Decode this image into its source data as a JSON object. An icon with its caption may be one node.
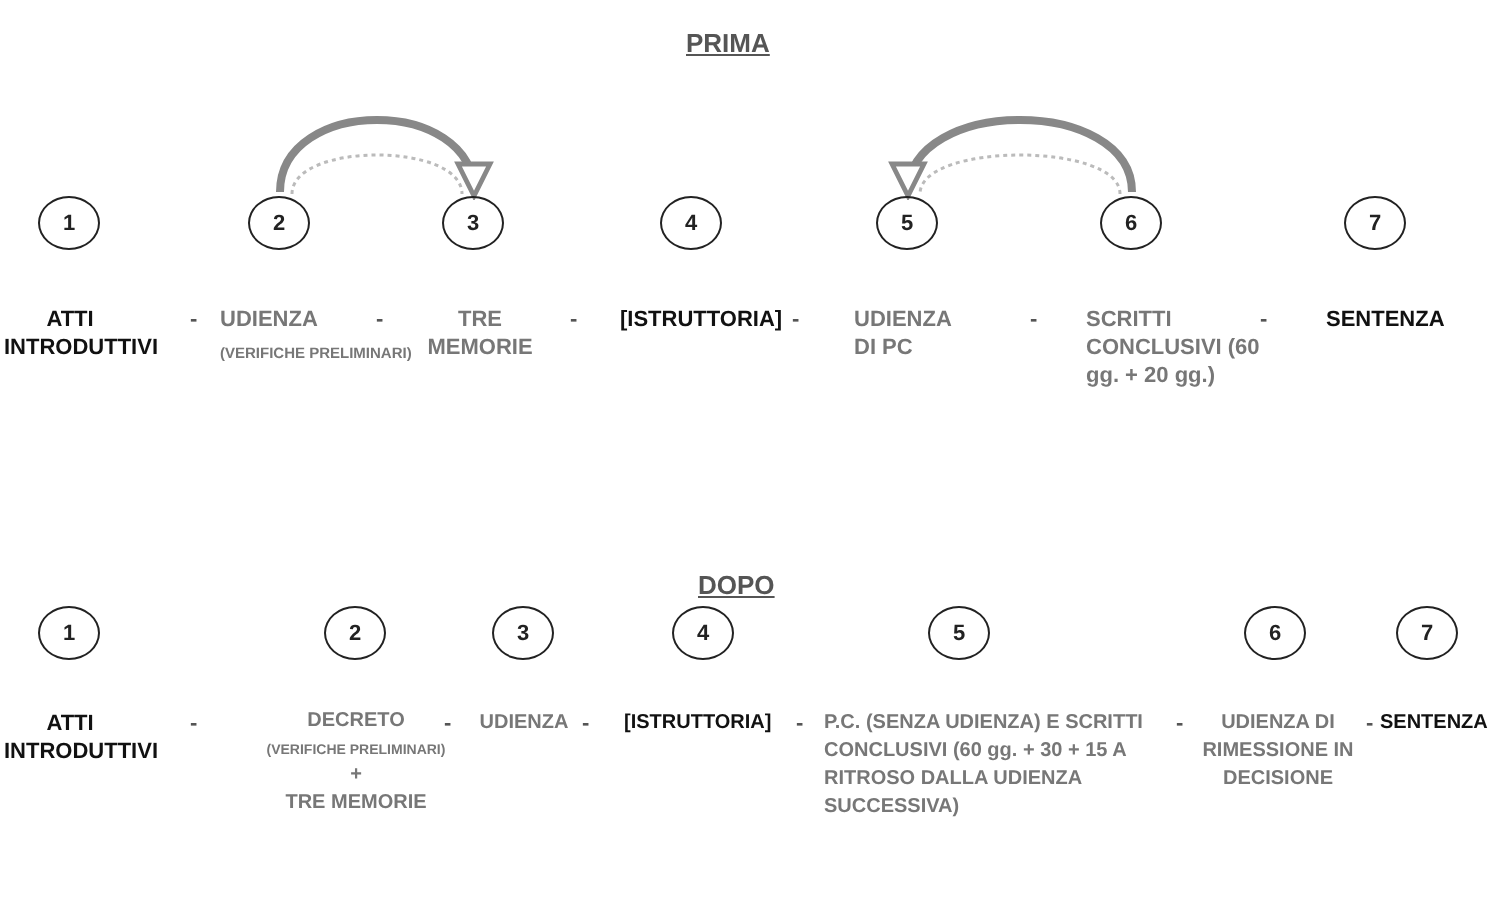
{
  "diagram": {
    "nodes": [
      {
        "text": [
          "1"
        ],
        "beside": [
          "ATTI INTRODUTTIVI"
        ]
      },
      {
        "text": [
          "2"
        ],
        "beside": [
          "UDIENZA",
          "(VERIFICHE PRELIMINARI)"
        ]
      },
      {
        "text": [
          "3"
        ],
        "beside": [
          "TRE MEMORIE"
        ]
      },
      {
        "text": [
          "4"
        ],
        "beside": [
          "[ISTRUTTORIA]"
        ]
      },
      {
        "text": [
          "5"
        ],
        "beside": [
          "UDIENZA DI PC"
        ]
      },
      {
        "text": [
          "6"
        ],
        "beside": [
          "SCRITTI CONCLUSIVI (60 gg. + 20 gg.)"
        ]
      },
      {
        "text": [
          "7"
        ],
        "beside": [
          "SENTENZA"
        ]
      },
      {
        "text": [
          "1"
        ],
        "beside": [
          "ATTI INTRODUTTIVI"
        ]
      },
      {
        "text": [
          "2"
        ],
        "beside": [
          "DECRETO",
          "(VERIFICHE PRELIMINARI)",
          "+",
          "TRE MEMORIE"
        ]
      },
      {
        "text": [
          "3"
        ],
        "beside": [
          "UDIENZA"
        ]
      },
      {
        "text": [
          "4"
        ],
        "beside": [
          "[ISTRUTTORIA]"
        ]
      },
      {
        "text": [
          "5"
        ],
        "beside": [
          "P.C. (SENZA UDIENZA) E SCRITTI CONCLUSIVI (60 gg. + 30 + 15 A RITROSO DALLA UDIENZA SUCCESSIVA)"
        ]
      },
      {
        "text": [
          "6"
        ],
        "beside": [
          "UDIENZA DI RIMESSIONE IN DECISIONE"
        ]
      },
      {
        "text": [
          "7"
        ],
        "beside": [
          "SENTENZA"
        ]
      }
    ],
    "edges": [
      {
        "from": 1,
        "to": 2,
        "arrow": "to",
        "style": "thick"
      },
      {
        "from": 1,
        "to": 2,
        "arrow": "none",
        "style": "dashed",
        "color": "#bbbbbb"
      },
      {
        "from": 5,
        "to": 4,
        "arrow": "to",
        "style": "thick"
      },
      {
        "from": 5,
        "to": 4,
        "arrow": "none",
        "style": "dashed",
        "color": "#bbbbbb"
      }
    ],
    "labels": [
      "PRIMA",
      "-",
      "-",
      "-",
      "-",
      "-",
      "-",
      "DOPO",
      "-",
      "-",
      "-",
      "-",
      "-",
      "-"
    ]
  }
}
